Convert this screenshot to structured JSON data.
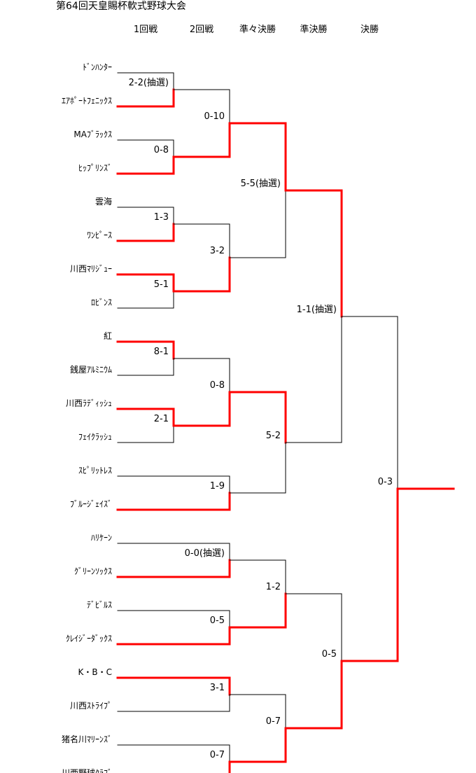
{
  "title": "第64回天皇賜杯軟式野球大会",
  "rounds": [
    "1回戦",
    "2回戦",
    "準々決勝",
    "準決勝",
    "決勝"
  ],
  "teams": [
    "ﾄﾞﾝﾊﾝﾀｰ",
    "ｴｱﾎﾟｰﾄﾌｪﾆｯｸｽ",
    "MAﾌﾞﾗｯｸｽ",
    "ﾋｯﾌﾟﾘﾝｽﾞ",
    "雲海",
    "ﾜﾝﾋﾟｰｽ",
    "川西ﾏﾘｼﾞｭｰ",
    "ﾛﾋﾞﾝｽ",
    "紅",
    "銭屋ｱﾙﾐﾆｳﾑ",
    "川西ﾗﾃﾞｨｯｼｭ",
    "ﾌｪｲｸﾗｯｼｭ",
    "ｽﾋﾟﾘｯﾄﾚｽ",
    "ﾌﾞﾙｰｼﾞｪｲｽﾞ",
    "ﾊﾘｹｰﾝ",
    "ｸﾞﾘｰﾝｿｯｸｽ",
    "ﾃﾞﾋﾞﾙｽ",
    "ｸﾚｲｼﾞｰﾀﾞｯｸｽ",
    "K・B・C",
    "川西ｽﾄﾗｲﾌﾟ",
    "猪名川ﾏﾘｰﾝｽﾞ",
    "川西野球ｸﾗﾌﾞ"
  ],
  "matches": [
    {
      "id": "m1",
      "round": 1,
      "a": {
        "team": 0
      },
      "b": {
        "team": 1
      },
      "winner": "b",
      "score": "2-2(抽選)"
    },
    {
      "id": "m2",
      "round": 1,
      "a": {
        "team": 2
      },
      "b": {
        "team": 3
      },
      "winner": "b",
      "score": "0-8"
    },
    {
      "id": "m3",
      "round": 1,
      "a": {
        "team": 4
      },
      "b": {
        "team": 5
      },
      "winner": "b",
      "score": "1-3"
    },
    {
      "id": "m4",
      "round": 1,
      "a": {
        "team": 6
      },
      "b": {
        "team": 7
      },
      "winner": "a",
      "score": "5-1"
    },
    {
      "id": "m5",
      "round": 1,
      "a": {
        "team": 8
      },
      "b": {
        "team": 9
      },
      "winner": "a",
      "score": "8-1"
    },
    {
      "id": "m6",
      "round": 1,
      "a": {
        "team": 10
      },
      "b": {
        "team": 11
      },
      "winner": "a",
      "score": "2-1"
    },
    {
      "id": "m7",
      "round": 2,
      "a": {
        "match": "m1"
      },
      "b": {
        "match": "m2"
      },
      "winner": "b",
      "score": "0-10"
    },
    {
      "id": "m8",
      "round": 2,
      "a": {
        "match": "m3"
      },
      "b": {
        "match": "m4"
      },
      "winner": "b",
      "score": "3-2"
    },
    {
      "id": "m9",
      "round": 2,
      "a": {
        "match": "m5"
      },
      "b": {
        "match": "m6"
      },
      "winner": "b",
      "score": "0-8"
    },
    {
      "id": "m10",
      "round": 2,
      "a": {
        "team": 12
      },
      "b": {
        "team": 13
      },
      "winner": "b",
      "score": "1-9"
    },
    {
      "id": "m11",
      "round": 2,
      "a": {
        "team": 14
      },
      "b": {
        "team": 15
      },
      "winner": "b",
      "score": "0-0(抽選)"
    },
    {
      "id": "m12",
      "round": 2,
      "a": {
        "team": 16
      },
      "b": {
        "team": 17
      },
      "winner": "b",
      "score": "0-5"
    },
    {
      "id": "m13",
      "round": 2,
      "a": {
        "team": 18
      },
      "b": {
        "team": 19
      },
      "winner": "a",
      "score": "3-1"
    },
    {
      "id": "m14",
      "round": 2,
      "a": {
        "team": 20
      },
      "b": {
        "team": 21
      },
      "winner": "b",
      "score": "0-7"
    },
    {
      "id": "m15",
      "round": 3,
      "a": {
        "match": "m7"
      },
      "b": {
        "match": "m8"
      },
      "winner": "a",
      "score": "5-5(抽選)"
    },
    {
      "id": "m16",
      "round": 3,
      "a": {
        "match": "m9"
      },
      "b": {
        "match": "m10"
      },
      "winner": "a",
      "score": "5-2"
    },
    {
      "id": "m17",
      "round": 3,
      "a": {
        "match": "m11"
      },
      "b": {
        "match": "m12"
      },
      "winner": "b",
      "score": "1-2"
    },
    {
      "id": "m18",
      "round": 3,
      "a": {
        "match": "m13"
      },
      "b": {
        "match": "m14"
      },
      "winner": "b",
      "score": "0-7"
    },
    {
      "id": "m19",
      "round": 4,
      "a": {
        "match": "m15"
      },
      "b": {
        "match": "m16"
      },
      "winner": "a",
      "score": "1-1(抽選)"
    },
    {
      "id": "m20",
      "round": 4,
      "a": {
        "match": "m17"
      },
      "b": {
        "match": "m18"
      },
      "winner": "b",
      "score": "0-5"
    },
    {
      "id": "m21",
      "round": 5,
      "a": {
        "match": "m19"
      },
      "b": {
        "match": "m20"
      },
      "winner": "b",
      "score": "0-3"
    }
  ],
  "colors": {
    "win": "#ff0000",
    "line": "#000000"
  }
}
